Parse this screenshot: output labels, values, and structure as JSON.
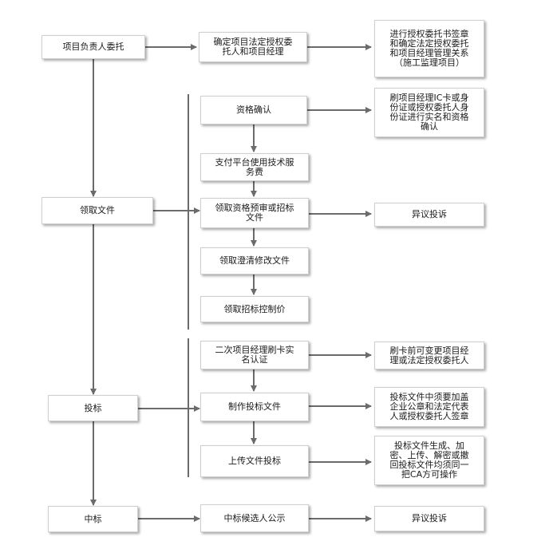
{
  "colors": {
    "line": "#6b6b6b",
    "box_border": "#cfcfcf",
    "text": "#1a1a1a"
  },
  "nodes": {
    "delegate": "项目负责人委托",
    "confirm_legal_rep": "确定项目法定授权委\n托人和项目经理",
    "note_sign": "进行授权委托书签章\n和确定法定授权委托\n和项目经理管理关系\n（施工监理项目）",
    "qualification_confirm": "资格确认",
    "note_ic_card": "刷项目经理IC卡或身\n份证或授权委托人身\n份证进行实名和资格\n确认",
    "pay_fee": "支付平台使用技术服\n务费",
    "get_files": "领取文件",
    "get_prequal_files": "领取资格预审或招标\n文件",
    "objection_1": "异议投诉",
    "get_clarification": "领取澄清修改文件",
    "get_price_cap": "领取招标控制价",
    "second_auth": "二次项目经理刷卡实\n名认证",
    "note_change_pm": "刷卡前可变更项目经\n理或法定授权委托人",
    "bid": "投标",
    "make_bid_file": "制作投标文件",
    "note_seal": "投标文件中须要加盖\n企业公章和法定代表\n人或授权委托人签章",
    "upload_bid": "上传文件投标",
    "note_encrypt": "投标文件生成、加\n密、上传、解密或撤\n回投标文件均须同一\n把CA方可操作",
    "win_bid": "中标",
    "candidate_publicity": "中标候选人公示",
    "objection_2": "异议投诉"
  }
}
